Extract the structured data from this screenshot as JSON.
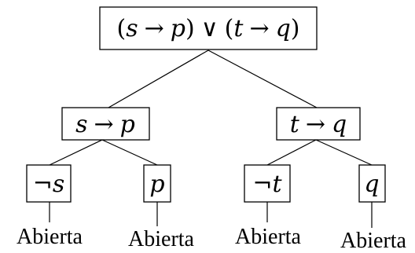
{
  "tree": {
    "root": {
      "lhs": "s",
      "op1": "→",
      "rhs": "p",
      "or": "∨",
      "lhs2": "t",
      "op2": "→",
      "rhs2": "q"
    },
    "left": {
      "lhs": "s",
      "op": "→",
      "rhs": "p"
    },
    "right": {
      "lhs": "t",
      "op": "→",
      "rhs": "q"
    },
    "leaves": [
      {
        "neg": "¬",
        "var": "s",
        "status": "Abierta"
      },
      {
        "neg": "",
        "var": "p",
        "status": "Abierta"
      },
      {
        "neg": "¬",
        "var": "t",
        "status": "Abierta"
      },
      {
        "neg": "",
        "var": "q",
        "status": "Abierta"
      }
    ]
  }
}
